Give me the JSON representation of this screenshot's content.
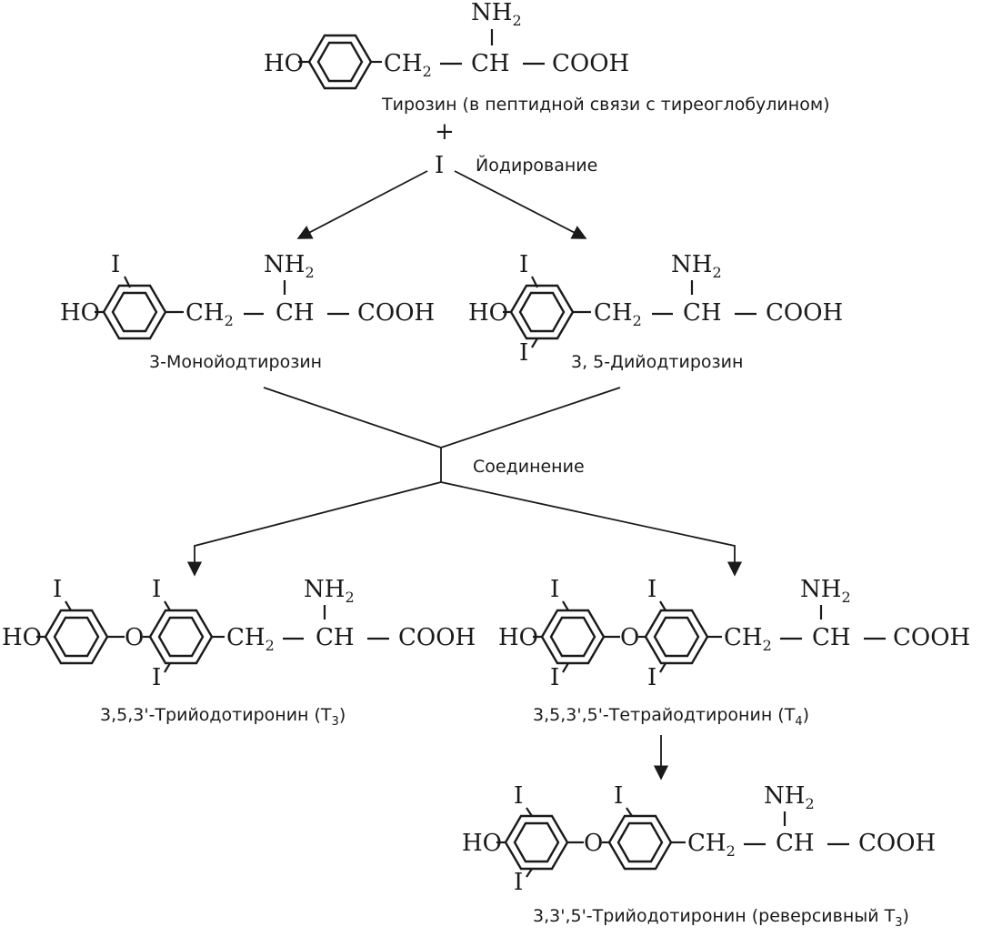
{
  "tyrosine": {
    "formula": {
      "ho": "HO",
      "ch": "CH",
      "ch_sub": "2",
      "nh": "NH",
      "nh_sub": "2",
      "ch2": "CH",
      "cooh": "COOH"
    },
    "caption": "Тирозин (в пептидной связи с тиреоглобулином)"
  },
  "iodination": {
    "plus": "+",
    "iodine": "I",
    "label": "Йодирование"
  },
  "mit": {
    "formula": {
      "i1": "I",
      "ho": "HO",
      "ch": "CH",
      "ch_sub": "2",
      "nh": "NH",
      "nh_sub": "2",
      "ch2": "CH",
      "cooh": "COOH"
    },
    "caption": "3-Монойодтирозин"
  },
  "dit": {
    "formula": {
      "i1": "I",
      "i2": "I",
      "ho": "HO",
      "ch": "CH",
      "ch_sub": "2",
      "nh": "NH",
      "nh_sub": "2",
      "ch2": "CH",
      "cooh": "COOH"
    },
    "caption": "3, 5-Дийодтирозин"
  },
  "coupling": {
    "label": "Соединение"
  },
  "t3": {
    "formula": {
      "i1": "I",
      "i2": "I",
      "i3": "I",
      "ho": "HO",
      "o": "O",
      "ch": "CH",
      "ch_sub": "2",
      "nh": "NH",
      "nh_sub": "2",
      "ch2": "CH",
      "cooh": "COOH"
    },
    "caption": "3,5,3'-Трийодотиронин (Т",
    "caption_sub": "3",
    "caption_end": ")"
  },
  "t4": {
    "formula": {
      "i1": "I",
      "i2": "I",
      "i3": "I",
      "i4": "I",
      "ho": "HO",
      "o": "O",
      "ch": "CH",
      "ch_sub": "2",
      "nh": "NH",
      "nh_sub": "2",
      "ch2": "CH",
      "cooh": "COOH"
    },
    "caption": "3,5,3',5'-Тетрайодтиронин (Т",
    "caption_sub": "4",
    "caption_end": ")"
  },
  "rt3": {
    "formula": {
      "i1": "I",
      "i2": "I",
      "i3": "I",
      "ho": "HO",
      "o": "O",
      "ch": "CH",
      "ch_sub": "2",
      "nh": "NH",
      "nh_sub": "2",
      "ch2": "CH",
      "cooh": "COOH"
    },
    "caption": "3,3',5'-Трийодотиронин (реверсивный Т",
    "caption_sub": "3",
    "caption_end": ")"
  }
}
